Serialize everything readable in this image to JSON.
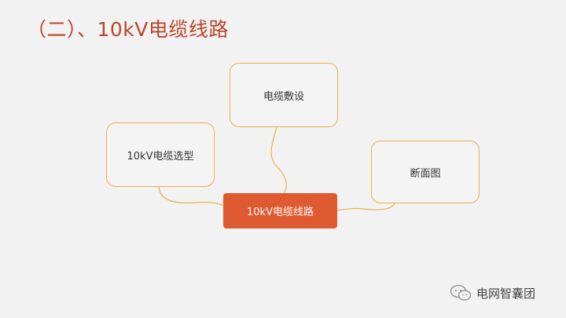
{
  "slide": {
    "title": "（二）、10kV电缆线路"
  },
  "mindmap": {
    "root": "10kV电缆线路",
    "branches": [
      "电缆敷设",
      "10kV电缆选型",
      "断面图"
    ]
  },
  "colors": {
    "title": "#b8472a",
    "root_fill": "#e05a31",
    "node_border": "#e8b04e",
    "background": "#f3f2f3"
  },
  "watermark": {
    "text": "电网智囊团",
    "icon": "wechat-icon"
  }
}
